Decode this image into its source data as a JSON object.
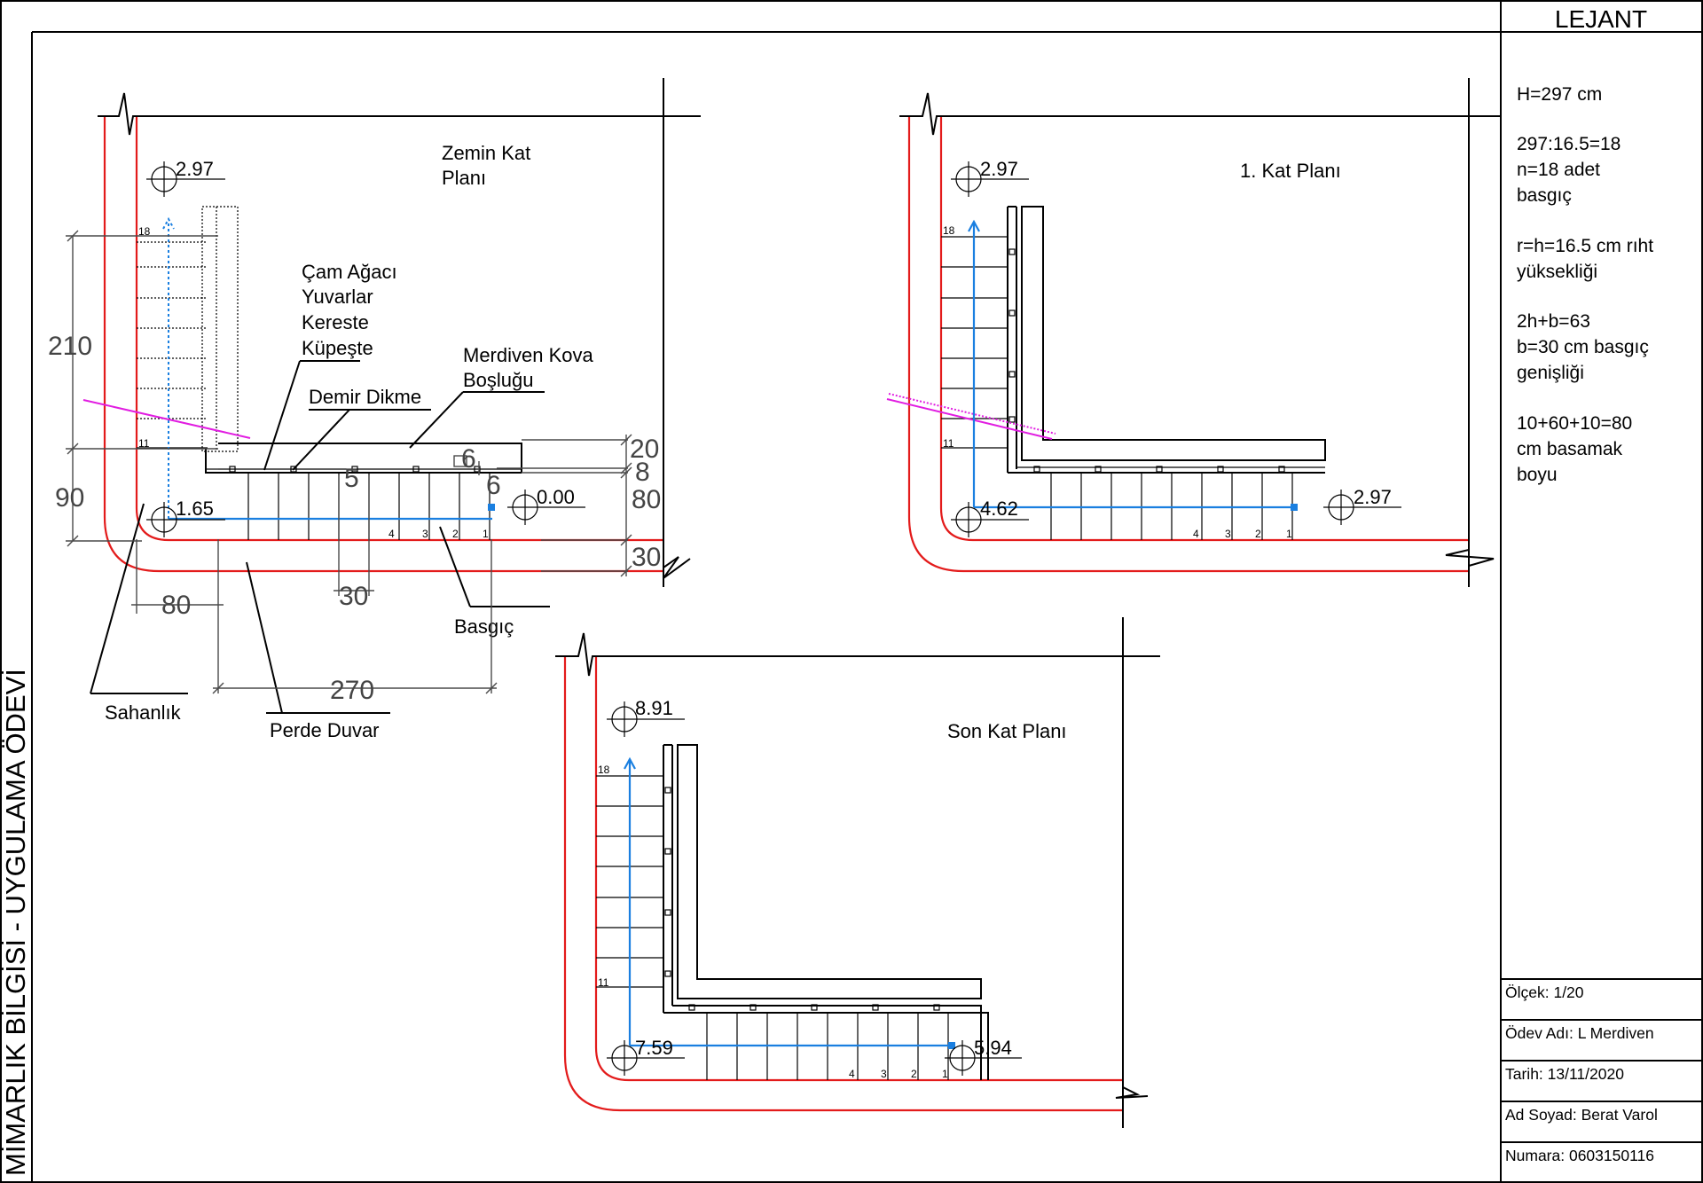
{
  "sheet": {
    "side_title": "MİMARLIK BİLGİSİ - UYGULAMA ÖDEVİ",
    "legend_title": "LEJANT",
    "legend_lines": [
      "H=297 cm",
      "297:16.5=18",
      "n=18 adet",
      "basgıç",
      "r=h=16.5 cm rıht",
      "yüksekliği",
      "2h+b=63",
      "b=30 cm basgıç",
      "genişliği",
      "10+60+10=80",
      "cm basamak",
      "boyu"
    ],
    "title_block": {
      "scale": "Ölçek: 1/20",
      "assignment": "Ödev Adı: L Merdiven",
      "date": "Tarih: 13/11/2020",
      "name": "Ad Soyad: Berat Varol",
      "number": "Numara: 0603150116"
    }
  },
  "plans": {
    "ground": {
      "title_line1": "Zemin Kat",
      "title_line2": "Planı",
      "level_top": "2.97",
      "level_start": "1.65",
      "level_floor": "0.00",
      "step_labels": [
        "18",
        "11",
        "4",
        "3",
        "2",
        "1"
      ],
      "annotations": {
        "handrail_1": "Çam Ağacı",
        "handrail_2": "Yuvarlar",
        "handrail_3": "Kereste",
        "handrail_4": "Küpeşte",
        "post": "Demir Dikme",
        "well_1": "Merdiven Kova",
        "well_2": "Boşluğu",
        "landing": "Sahanlık",
        "wall": "Perde Duvar",
        "tread": "Basgıç"
      },
      "dimensions": [
        "210",
        "90",
        "80",
        "270",
        "30",
        "5",
        "6",
        "6",
        "20",
        "8",
        "80",
        "30"
      ]
    },
    "first": {
      "title": "1. Kat Planı",
      "level_top": "2.97",
      "level_start": "4.62",
      "level_floor": "2.97",
      "step_labels": [
        "18",
        "11",
        "4",
        "3",
        "2",
        "1"
      ]
    },
    "top": {
      "title": "Son Kat Planı",
      "level_top": "8.91",
      "level_start": "7.59",
      "level_floor": "5.94",
      "step_labels": [
        "18",
        "11",
        "4",
        "3",
        "2",
        "1"
      ]
    }
  },
  "colors": {
    "wall": "#e31b1b",
    "walkline": "#1a7fe0",
    "cut_line": "#e11de1",
    "line": "#000000",
    "dimension": "#4a4a4a"
  }
}
